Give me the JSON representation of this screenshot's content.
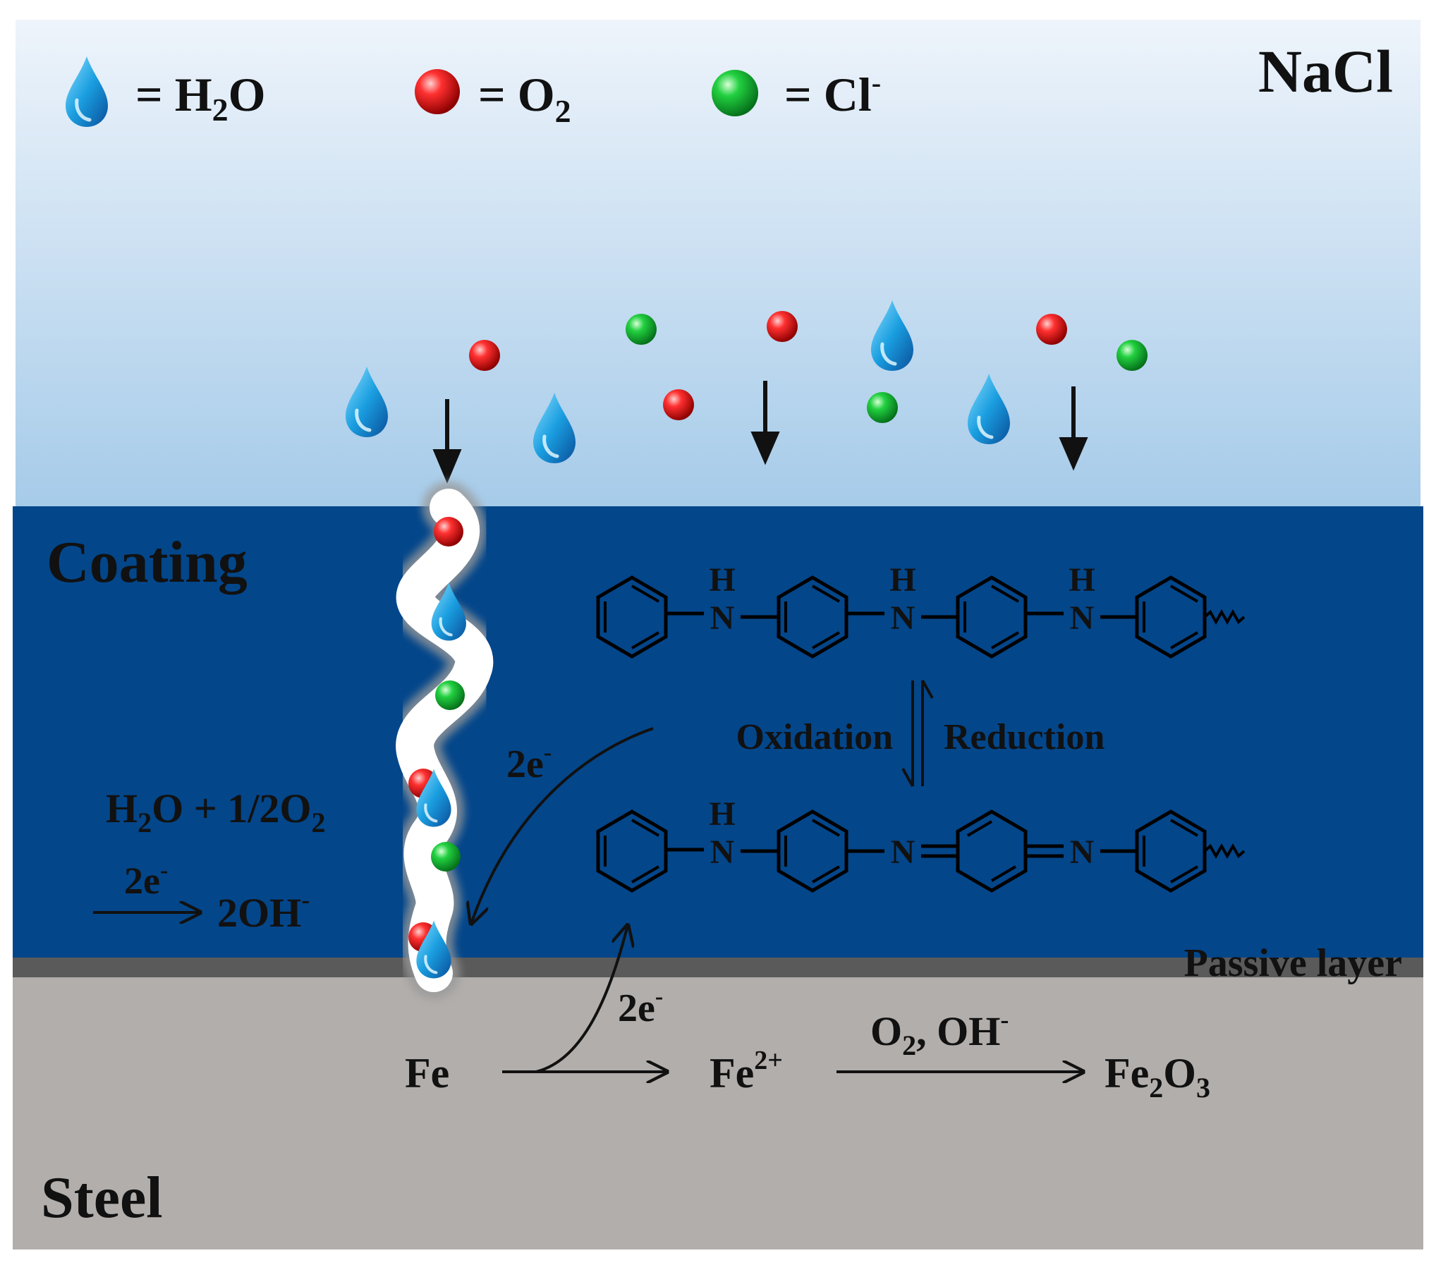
{
  "colors": {
    "solution_top": "#eef4fb",
    "solution_bottom": "#a6cbe9",
    "coating": "#03468a",
    "passive_layer": "#5a5a5a",
    "steel": "#b2aeab",
    "o2": "#e01414",
    "cl": "#14c030",
    "water": "#2aa3df"
  },
  "legend": {
    "h2o_label": "= H",
    "h2o_sub": "2",
    "h2o_tail": "O",
    "o2_label": "= O",
    "o2_sub": "2",
    "cl_label": "= Cl",
    "cl_sup": "-"
  },
  "regions": {
    "solution": "NaCl",
    "coating": "Coating",
    "passive": "Passive layer",
    "steel": "Steel"
  },
  "polymer": {
    "nh_h": "H",
    "nh_n": "N",
    "imine_n": "N",
    "oxidation": "Oxidation",
    "reduction": "Reduction"
  },
  "cathodic": {
    "left": "H",
    "left_sub": "2",
    "middle": "O + 1/2O",
    "middle_sub": "2",
    "electrons": "2e",
    "electrons_sup": "-",
    "product": "2OH",
    "product_sup": "-"
  },
  "electron_transfer": {
    "upper": "2e",
    "upper_sup": "-",
    "lower": "2e",
    "lower_sup": "-"
  },
  "anodic": {
    "fe": "Fe",
    "fe2": "Fe",
    "fe2_sup": "2+",
    "reagents": "O",
    "reagents_sub": "2",
    "reagents_tail": ", OH",
    "reagents_sup": "-",
    "product": "Fe",
    "product_sub1": "2",
    "product_mid": "O",
    "product_sub2": "3"
  }
}
